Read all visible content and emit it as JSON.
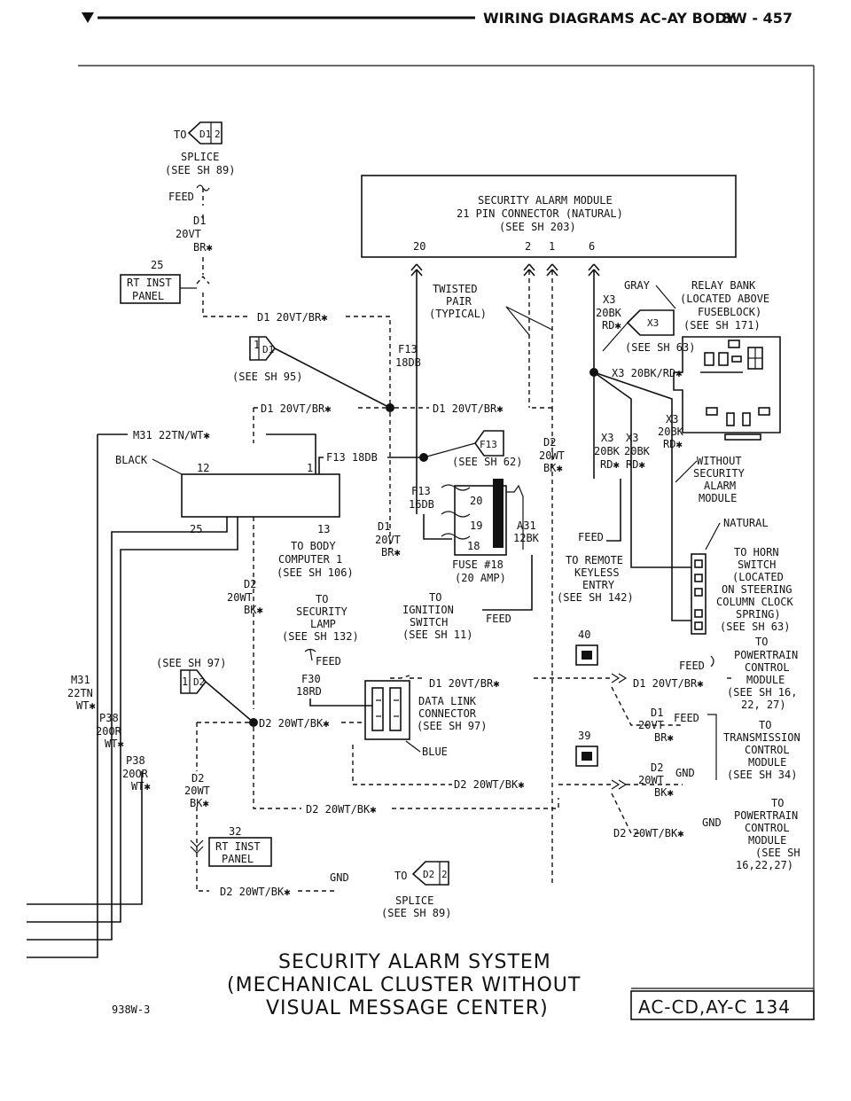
{
  "header": {
    "text": "WIRING DIAGRAMS AC-AY BODY",
    "page": "8W - 457"
  },
  "title": {
    "line1": "SECURITY ALARM SYSTEM",
    "line2": "(MECHANICAL CLUSTER WITHOUT",
    "line3": "VISUAL MESSAGE CENTER)"
  },
  "page_code": "AC-CD,AY-C 134",
  "drawing_number": "938W-3",
  "module": {
    "line1": "SECURITY ALARM MODULE",
    "line2": "21 PIN CONNECTOR (NATURAL)",
    "line3": "(SEE SH 203)",
    "pin20": "20",
    "pin2": "2",
    "pin1": "1",
    "pin6": "6"
  },
  "top_left": {
    "to": "TO",
    "splice_ref": "D1",
    "splice_num": "2",
    "splice": "SPLICE",
    "see": "(SEE SH 89)",
    "feed": "FEED",
    "w1": "D1",
    "w2": "20VT",
    "w3": "BR✱",
    "pin": "25",
    "rt_inst": "RT INST",
    "panel": "PANEL"
  },
  "labels": {
    "d1_wire_top": "D1 20VT/BR✱",
    "conn_1": "1",
    "conn_d1": "D1",
    "see95": "(SEE SH 95)",
    "f13_top": "F13",
    "f13_top2": "18DB",
    "d1_wire_mid": "D1 20VT/BR✱",
    "d1_wire_right": "D1 20VT/BR✱",
    "m31": "M31 22TN/WT✱",
    "black": "BLACK",
    "pin12": "12",
    "pin1": "1",
    "pin25": "25",
    "pin13": "13",
    "f13_18db": "F13 18DB",
    "f13_circle": "F13",
    "see62": "(SEE SH 62)",
    "f13_16db1": "F13",
    "f13_16db2": "16DB",
    "d1_a": "D1",
    "d1_b": "20VT",
    "d1_c": "BR✱",
    "fuse20": "20",
    "fuse19": "19",
    "fuse18": "18",
    "a31_1": "A31",
    "a31_2": "12BK",
    "fuse_label": "FUSE #18",
    "fuse_amp": "(20 AMP)",
    "body1": "TO BODY",
    "body2": "COMPUTER 1",
    "body3": "(SEE SH 106)",
    "d2a": "D2",
    "d2b": "20WT",
    "d2c": "BK✱",
    "lamp1": "TO",
    "lamp2": "SECURITY",
    "lamp3": "LAMP",
    "lamp4": "(SEE SH 132)",
    "ign1": "TO",
    "ign2": "IGNITION",
    "ign3": "SWITCH",
    "ign4": "(SEE SH 11)",
    "ign_feed": "FEED",
    "twisted1": "TWISTED",
    "twisted2": "PAIR",
    "twisted3": "(TYPICAL)",
    "d2_wt1": "D2",
    "d2_wt2": "20WT",
    "d2_wt3": "BK✱",
    "x3_1": "X3",
    "x3_2": "20BK",
    "x3_3": "RD✱",
    "x3b_1": "X3",
    "x3b_2": "20BK",
    "x3b_3": "RD✱",
    "x3c_1": "X3",
    "x3c_2": "20BK",
    "x3c_3": "RD✱",
    "x3d_1": "X3",
    "x3d_2": "20BK",
    "x3d_3": "RD✱",
    "x3_conn": "X3",
    "see63": "(SEE SH 63)",
    "x3_wire": "X3 20BK/RD✱",
    "gray": "GRAY",
    "relay1": "RELAY BANK",
    "relay2": "(LOCATED ABOVE",
    "relay3": "FUSEBLOCK)",
    "relay4": "(SEE SH 171)",
    "without1": "WITHOUT",
    "without2": "SECURITY",
    "without3": "ALARM",
    "without4": "MODULE",
    "natural": "NATURAL",
    "horn1": "TO HORN",
    "horn2": "SWITCH",
    "horn3": "(LOCATED",
    "horn4": "ON STEERING",
    "horn5": "COLUMN CLOCK",
    "horn6": "SPRING)",
    "horn7": "(SEE SH 63)",
    "feed_remote": "FEED",
    "remote1": "TO REMOTE",
    "remote2": "KEYLESS",
    "remote3": "ENTRY",
    "remote4": "(SEE SH 142)",
    "pin40": "40",
    "pin39": "39",
    "see97a": "(SEE SH 97)",
    "f30a": "F30",
    "f30b": "18RD",
    "f30_feed": "FEED",
    "m31a": "M31",
    "m31b": "22TN",
    "m31c": "WT✱",
    "p38a": "P38",
    "p38b": "20OR",
    "p38c": "WT✱",
    "p38d": "P38",
    "p38e": "20OR",
    "p38f": "WT✱",
    "conn_1b": "1",
    "conn_d2": "D2",
    "d2_wire1": "D2 20WT/BK✱",
    "dlc1": "DATA LINK",
    "dlc2": "CONNECTOR",
    "dlc3": "(SEE SH 97)",
    "blue": "BLUE",
    "d1_dlc": "D1 20VT/BR✱",
    "d1_right": "D1 20VT/BR✱",
    "feed_pcm": "FEED",
    "pcm1": "TO",
    "pcm2": "POWERTRAIN",
    "pcm3": "CONTROL",
    "pcm4": "MODULE",
    "pcm5": "(SEE SH 16,",
    "pcm6": "22, 27)",
    "d1_tcm1": "D1",
    "d1_tcm2": "20VT",
    "d1_tcm3": "BR✱",
    "feed_tcm": "FEED",
    "tcm1": "TO",
    "tcm2": "TRANSMISSION",
    "tcm3": "CONTROL",
    "tcm4": "MODULE",
    "tcm5": "(SEE SH 34)",
    "d2_tcm1": "D2",
    "d2_tcm2": "20WT",
    "d2_tcm3": "BK✱",
    "gnd_tcm": "GND",
    "d2_wire2": "D2 20WT/BK✱",
    "d2_wire3": "D2 20WT/BK✱",
    "d2l1": "D2",
    "d2l2": "20WT",
    "d2l3": "BK✱",
    "pcm_b1": "TO",
    "pcm_b2": "POWERTRAIN",
    "pcm_b3": "CONTROL",
    "pcm_b4": "MODULE",
    "pcm_b5": "(SEE SH",
    "pcm_b6": "16,22,27)",
    "gnd_pcm": "GND",
    "d2_pcm": "D2 20WT/BK✱",
    "pin32": "32",
    "rt_inst2": "RT INST",
    "panel2": "PANEL",
    "gnd_bottom": "GND",
    "d2_bottom": "D2 20WT/BK✱",
    "to_bottom": "TO",
    "d2_ref": "D2",
    "d2_ref_num": "2",
    "splice_b": "SPLICE",
    "see89b": "(SEE SH 89)"
  }
}
